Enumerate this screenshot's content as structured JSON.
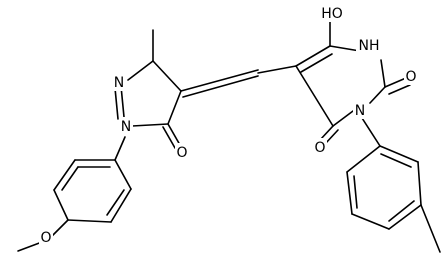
{
  "atoms": {
    "oh": "HO",
    "nh": "NH",
    "o_upper_right": "O",
    "o_lower": "O",
    "n_ring_right": "N",
    "n_pyrazole_left": "N",
    "n_pyrazole_bottom": "N",
    "o_pyrazole": "O",
    "o_methoxy": "O"
  }
}
